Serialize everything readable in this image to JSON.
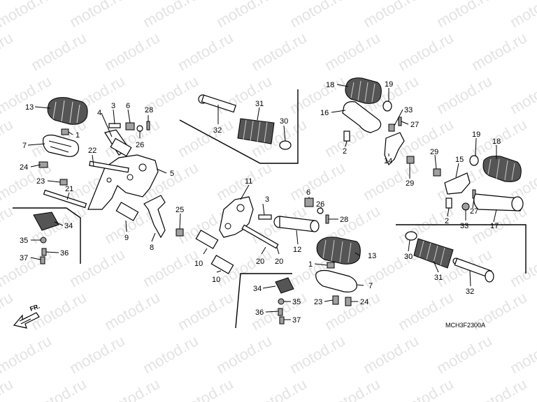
{
  "watermark": "motod.ru",
  "diagram_code": "MCH3F2300A",
  "direction_label": "FR.",
  "callouts": [
    {
      "id": "13",
      "text": "13"
    },
    {
      "id": "4",
      "text": "4"
    },
    {
      "id": "3",
      "text": "3"
    },
    {
      "id": "6",
      "text": "6"
    },
    {
      "id": "28",
      "text": "28"
    },
    {
      "id": "1",
      "text": "1"
    },
    {
      "id": "26",
      "text": "26"
    },
    {
      "id": "7",
      "text": "7"
    },
    {
      "id": "22",
      "text": "22"
    },
    {
      "id": "24",
      "text": "24"
    },
    {
      "id": "5",
      "text": "5"
    },
    {
      "id": "23",
      "text": "23"
    },
    {
      "id": "21",
      "text": "21"
    },
    {
      "id": "34",
      "text": "34"
    },
    {
      "id": "35",
      "text": "35"
    },
    {
      "id": "37",
      "text": "37"
    },
    {
      "id": "36",
      "text": "36"
    },
    {
      "id": "9",
      "text": "9"
    },
    {
      "id": "8",
      "text": "8"
    },
    {
      "id": "25",
      "text": "25"
    },
    {
      "id": "31",
      "text": "31"
    },
    {
      "id": "32",
      "text": "32"
    },
    {
      "id": "30",
      "text": "30"
    },
    {
      "id": "11",
      "text": "11"
    },
    {
      "id": "3b",
      "text": "3"
    },
    {
      "id": "6b",
      "text": "6"
    },
    {
      "id": "26b",
      "text": "26"
    },
    {
      "id": "28b",
      "text": "28"
    },
    {
      "id": "12",
      "text": "12"
    },
    {
      "id": "13b",
      "text": "13"
    },
    {
      "id": "10",
      "text": "10"
    },
    {
      "id": "10b",
      "text": "10"
    },
    {
      "id": "20",
      "text": "20"
    },
    {
      "id": "20b",
      "text": "20"
    },
    {
      "id": "1b",
      "text": "1"
    },
    {
      "id": "7b",
      "text": "7"
    },
    {
      "id": "34b",
      "text": "34"
    },
    {
      "id": "35b",
      "text": "35"
    },
    {
      "id": "36b",
      "text": "36"
    },
    {
      "id": "37b",
      "text": "37"
    },
    {
      "id": "23b",
      "text": "23"
    },
    {
      "id": "24b",
      "text": "24"
    },
    {
      "id": "18",
      "text": "18"
    },
    {
      "id": "19",
      "text": "19"
    },
    {
      "id": "16",
      "text": "16"
    },
    {
      "id": "33",
      "text": "33"
    },
    {
      "id": "27",
      "text": "27"
    },
    {
      "id": "2",
      "text": "2"
    },
    {
      "id": "14",
      "text": "14"
    },
    {
      "id": "29",
      "text": "29"
    },
    {
      "id": "19b",
      "text": "19"
    },
    {
      "id": "18b",
      "text": "18"
    },
    {
      "id": "29b",
      "text": "29"
    },
    {
      "id": "15",
      "text": "15"
    },
    {
      "id": "2b",
      "text": "2"
    },
    {
      "id": "27b",
      "text": "27"
    },
    {
      "id": "33b",
      "text": "33"
    },
    {
      "id": "17",
      "text": "17"
    },
    {
      "id": "30b",
      "text": "30"
    },
    {
      "id": "31b",
      "text": "31"
    },
    {
      "id": "32b",
      "text": "32"
    }
  ]
}
